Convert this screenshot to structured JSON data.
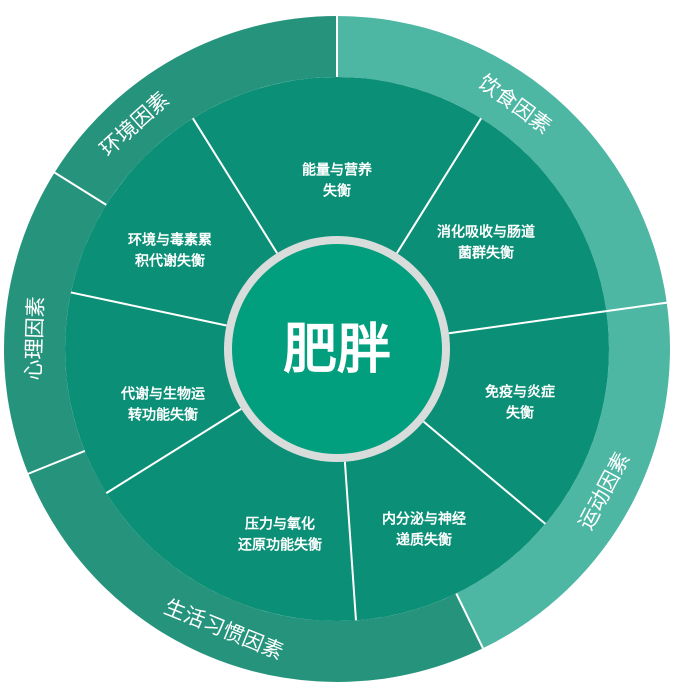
{
  "center": {
    "label": "肥胖"
  },
  "colors": {
    "outer_dark": "#26947c",
    "outer_light": "#4db7a3",
    "inner_fill": "#0b8f76",
    "divider": "#ffffff",
    "center_fill": "#019f7d",
    "center_ring": "#d8dcdb"
  },
  "outer_ring": [
    {
      "label": "饮食因素",
      "tone": "light"
    },
    {
      "label": "运动因素",
      "tone": "light"
    },
    {
      "label": "生活习惯因素",
      "tone": "dark"
    },
    {
      "label": "心理因素",
      "tone": "dark"
    },
    {
      "label": "环境因素",
      "tone": "dark"
    }
  ],
  "inner_ring": [
    {
      "lines": [
        "能量与营养",
        "失衡"
      ]
    },
    {
      "lines": [
        "消化吸收与肠道",
        "菌群失衡"
      ]
    },
    {
      "lines": [
        "免疫与炎症",
        "失衡"
      ]
    },
    {
      "lines": [
        "内分泌与神经",
        "递质失衡"
      ]
    },
    {
      "lines": [
        "压力与氧化",
        "还原功能失衡"
      ]
    },
    {
      "lines": [
        "代谢与生物运",
        "转功能失衡"
      ]
    },
    {
      "lines": [
        "环境与毒素累",
        "积代谢失衡"
      ]
    }
  ]
}
